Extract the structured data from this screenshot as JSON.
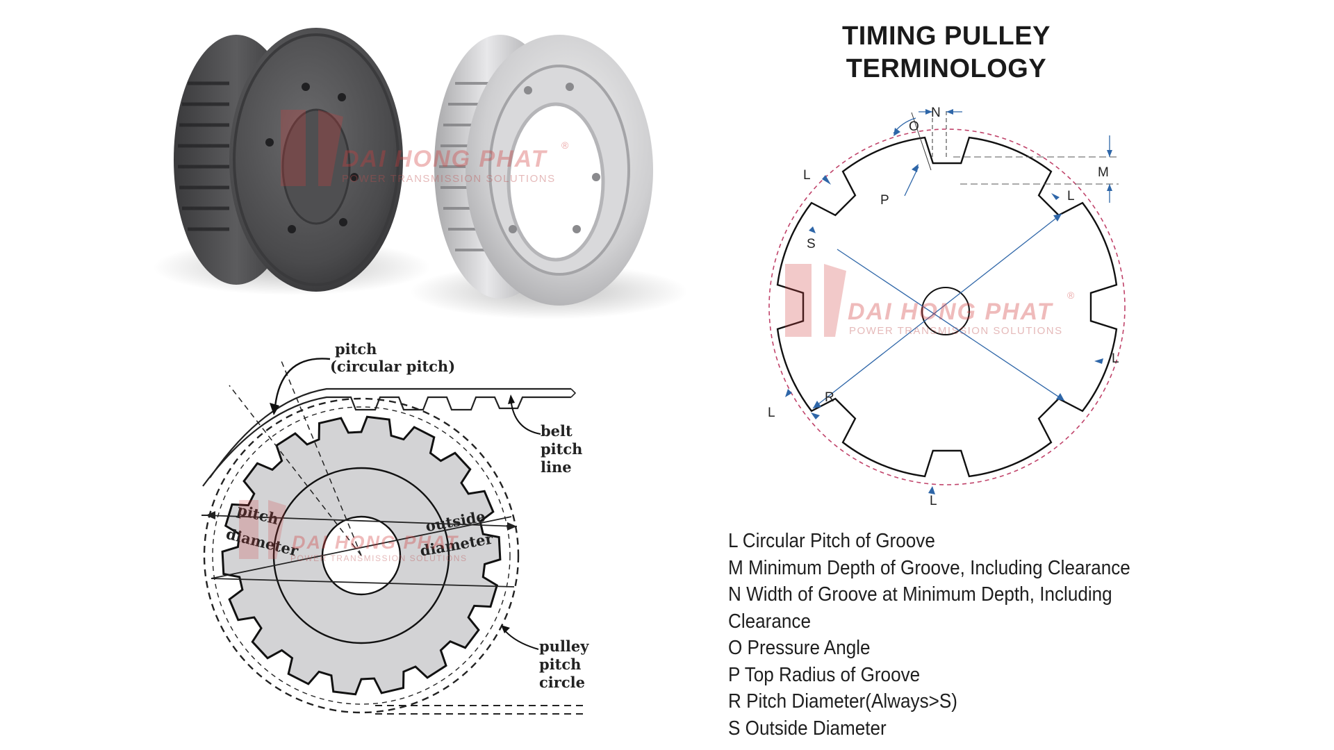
{
  "title": {
    "line1": "TIMING PULLEY",
    "line2": "TERMINOLOGY"
  },
  "watermark": {
    "brand": "DAI HONG PHAT",
    "tagline": "POWER TRANSMISSION SOLUTIONS",
    "registered": "®"
  },
  "terminology_diagram": {
    "labels": {
      "N": "N",
      "O": "O",
      "M": "M",
      "P": "P",
      "S": "S",
      "R": "R",
      "L": "L"
    }
  },
  "belt_diagram": {
    "pitch_title": "pitch",
    "pitch_subtitle": "(circular pitch)",
    "belt_pitch_line": [
      "belt",
      "pitch",
      "line"
    ],
    "pulley_pitch_circle": [
      "pulley",
      "pitch",
      "circle"
    ],
    "pitch_diameter": [
      "pitch",
      "diameter"
    ],
    "outside_diameter": [
      "outside",
      "diameter"
    ]
  },
  "legend": [
    "L Circular Pitch of Groove",
    "M Minimum Depth of Groove, Including Clearance",
    "N Width of Groove at Minimum Depth, Including Clearance",
    "O Pressure Angle",
    "P Top Radius of Groove",
    "R Pitch Diameter(Always>S)",
    "S Outside Diameter"
  ]
}
